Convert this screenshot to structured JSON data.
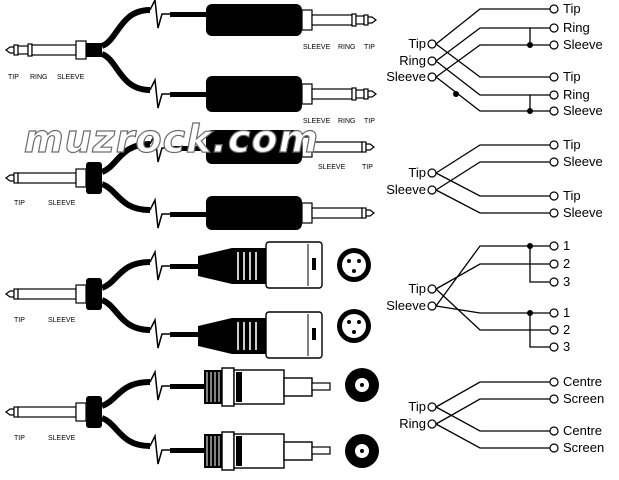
{
  "watermark": "muzrock.com",
  "plug_labels": {
    "tip": "TIP",
    "ring": "RING",
    "sleeve": "SLEEVE"
  },
  "sections": [
    {
      "id": "trs-to-2trs",
      "source_labels": [
        "TIP",
        "RING",
        "SLEEVE"
      ],
      "dest_labels": [
        "SLEEVE",
        "RING",
        "TIP"
      ],
      "wiring_inputs": [
        "Tip",
        "Ring",
        "Sleeve"
      ],
      "wiring_outputs_a": [
        "Tip",
        "Ring",
        "Sleeve"
      ],
      "wiring_outputs_b": [
        "Tip",
        "Ring",
        "Sleeve"
      ]
    },
    {
      "id": "ts-to-2ts",
      "source_labels": [
        "TIP",
        "SLEEVE"
      ],
      "dest_labels": [
        "SLEEVE",
        "TIP"
      ],
      "wiring_inputs": [
        "Tip",
        "Sleeve"
      ],
      "wiring_outputs_a": [
        "Tip",
        "Sleeve"
      ],
      "wiring_outputs_b": [
        "Tip",
        "Sleeve"
      ]
    },
    {
      "id": "ts-to-2xlr",
      "source_labels": [
        "TIP",
        "SLEEVE"
      ],
      "wiring_inputs": [
        "Tip",
        "Sleeve"
      ],
      "wiring_outputs_a": [
        "1",
        "2",
        "3"
      ],
      "wiring_outputs_b": [
        "1",
        "2",
        "3"
      ]
    },
    {
      "id": "ts-to-2rca",
      "source_labels": [
        "TIP",
        "SLEEVE"
      ],
      "wiring_inputs": [
        "Tip",
        "Ring"
      ],
      "wiring_outputs_a": [
        "Centre",
        "Screen"
      ],
      "wiring_outputs_b": [
        "Centre",
        "Screen"
      ]
    }
  ]
}
